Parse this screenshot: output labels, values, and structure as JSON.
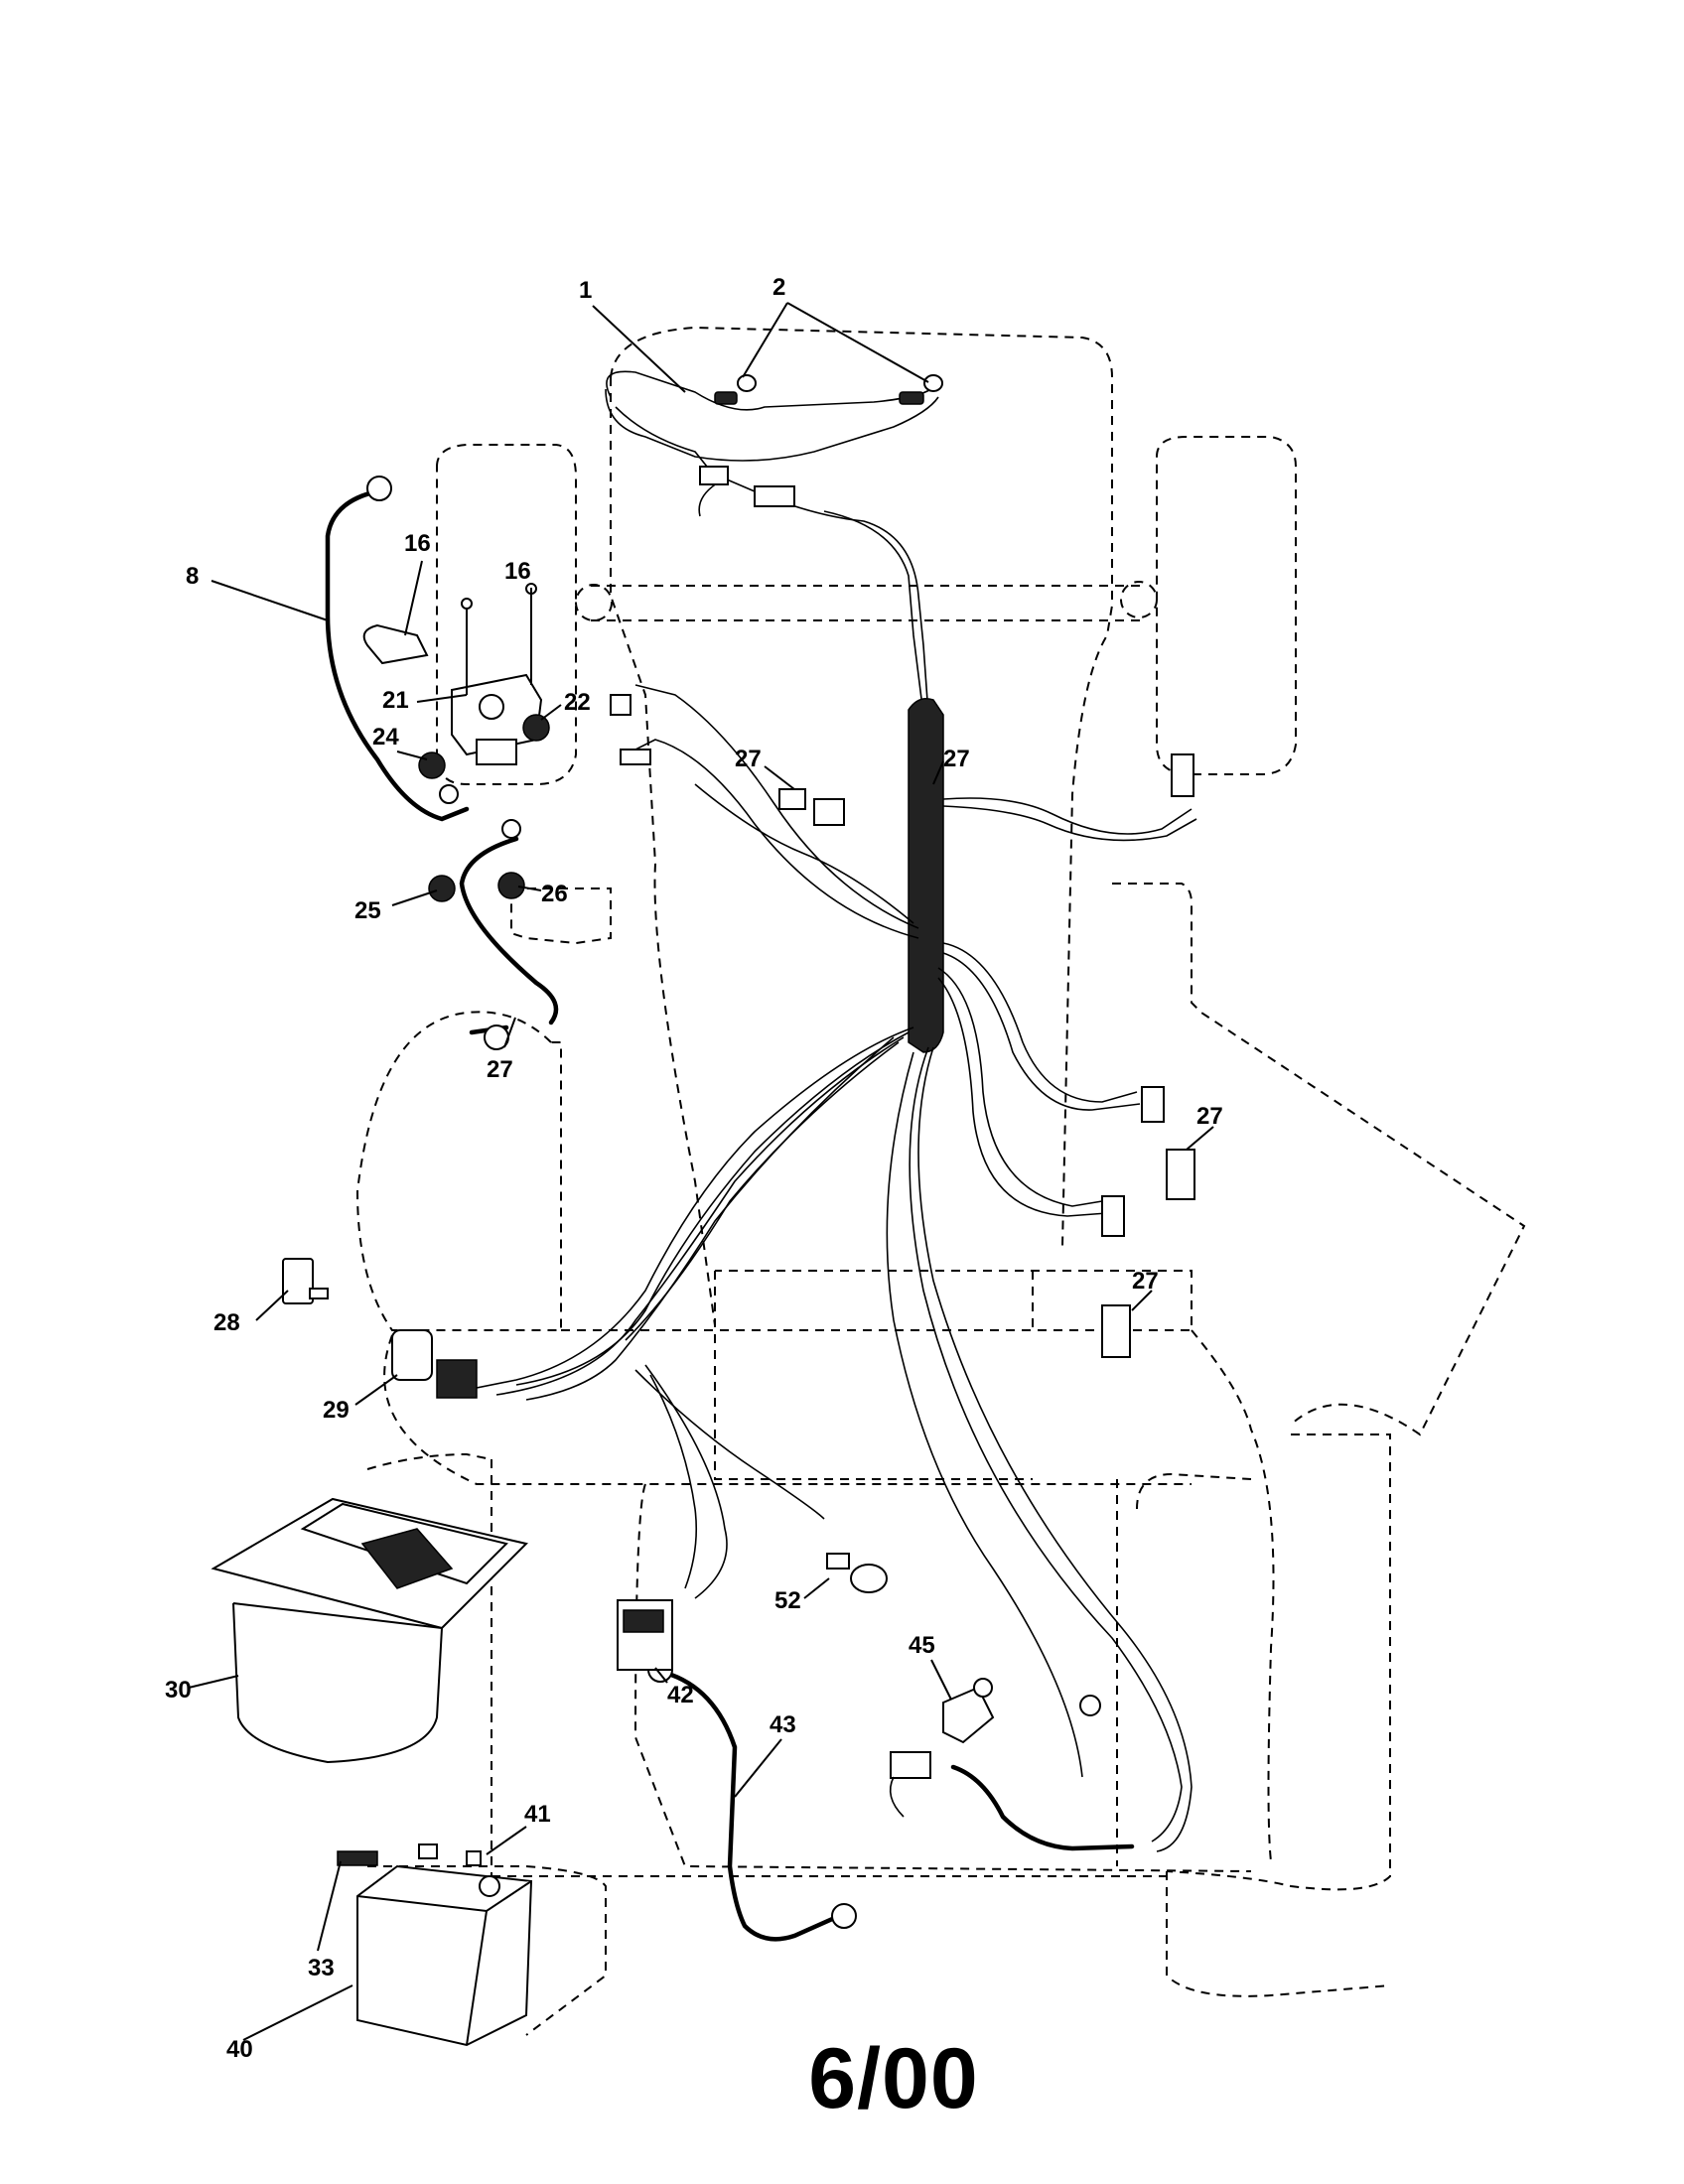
{
  "diagram": {
    "date_code": "6/00",
    "callouts": [
      {
        "id": "1",
        "text": "1"
      },
      {
        "id": "2",
        "text": "2"
      },
      {
        "id": "8",
        "text": "8"
      },
      {
        "id": "16a",
        "text": "16"
      },
      {
        "id": "16b",
        "text": "16"
      },
      {
        "id": "21",
        "text": "21"
      },
      {
        "id": "22",
        "text": "22"
      },
      {
        "id": "24",
        "text": "24"
      },
      {
        "id": "25",
        "text": "25"
      },
      {
        "id": "26",
        "text": "26"
      },
      {
        "id": "27a",
        "text": "27"
      },
      {
        "id": "27b",
        "text": "27"
      },
      {
        "id": "27c",
        "text": "27"
      },
      {
        "id": "27d",
        "text": "27"
      },
      {
        "id": "27e",
        "text": "27"
      },
      {
        "id": "28",
        "text": "28"
      },
      {
        "id": "29",
        "text": "29"
      },
      {
        "id": "30",
        "text": "30"
      },
      {
        "id": "33",
        "text": "33"
      },
      {
        "id": "40",
        "text": "40"
      },
      {
        "id": "41",
        "text": "41"
      },
      {
        "id": "42",
        "text": "42"
      },
      {
        "id": "43",
        "text": "43"
      },
      {
        "id": "45",
        "text": "45"
      },
      {
        "id": "52",
        "text": "52"
      }
    ]
  }
}
